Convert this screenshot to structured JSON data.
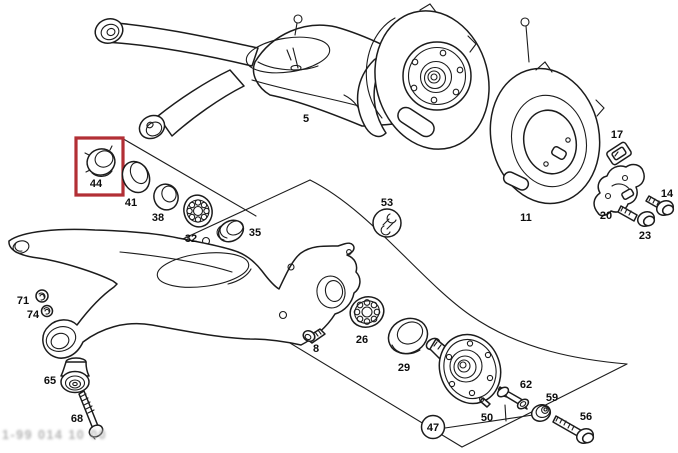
{
  "figure": {
    "kind": "exploded-parts-diagram",
    "background": "#ffffff"
  },
  "colors": {
    "line": "#1c1c1c",
    "label": "#0d0d0d",
    "highlight_box": "#b22f35",
    "watermark": "#b3b3b3"
  },
  "highlight": {
    "part_id": "44",
    "shape": "red-rectangle"
  },
  "symbols": {
    "wrench_part_id": "53",
    "circled_part_id": "47"
  },
  "labels": {
    "5": "5",
    "8": "8",
    "11": "11",
    "14": "14",
    "17": "17",
    "20": "20",
    "23": "23",
    "26": "26",
    "29": "29",
    "32": "32",
    "35": "35",
    "38": "38",
    "41": "41",
    "44": "44",
    "47": "47",
    "50": "50",
    "53": "53",
    "56": "56",
    "59": "59",
    "62": "62",
    "65": "65",
    "68": "68",
    "71": "71",
    "74": "74"
  },
  "watermark": {
    "text": "1-99 014 10 00"
  }
}
